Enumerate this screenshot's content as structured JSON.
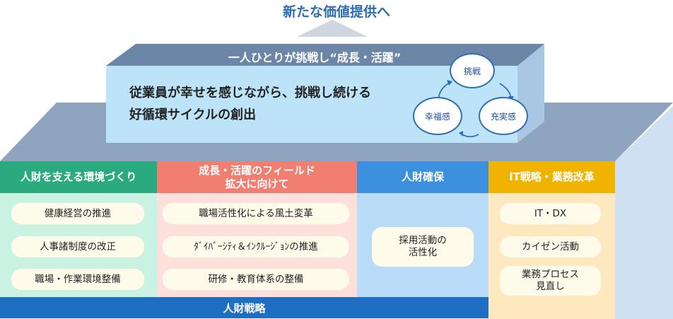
{
  "title": "新たな価値提供へ",
  "roof_title": "一人ひとりが挑戦し“成長・活躍”",
  "main_message": [
    "従業員が幸せを感じながら、挑戦し続ける",
    "好循環サイクルの創出"
  ],
  "cycle": [
    "挑戦",
    "充実感",
    "幸福感"
  ],
  "pillars": [
    {
      "header": [
        "人財を支える環境づくり"
      ],
      "items": [
        "健康経営の推進",
        "人事諸制度の改正",
        "職場・作業環境整備"
      ]
    },
    {
      "header": [
        "成長・活躍のフィールド",
        "拡大に向けて"
      ],
      "items": [
        "職場活性化による風土変革",
        "ﾀﾞｲﾊﾞｰｼﾃｨ＆ｲﾝｸﾙｰｼﾞｮﾝの推進",
        "研修・教育体系の整備"
      ]
    },
    {
      "header": [
        "人財確保"
      ],
      "items": [
        "採用活動の",
        "活性化"
      ]
    },
    {
      "header": [
        "IT戦略・業務改革"
      ],
      "items": [
        "IT・DX",
        "カイゼン活動",
        "業務プロセス",
        "見直し"
      ]
    }
  ],
  "foundation": "人財戦略",
  "colors": {
    "title_blue": "#2b6cb5",
    "roof_top": "#6c86a7",
    "roof_front": "#bde3f8",
    "side_gray": "#8fa4be",
    "pillar1_head": "#2aaa7e",
    "pillar1_body": "#c9f2e2",
    "pillar2_head": "#f07f72",
    "pillar2_body": "#fde0db",
    "pillar3_head": "#3d90dd",
    "pillar3_body": "#b8dcf7",
    "pillar4_head": "#f0b400",
    "pillar4_body": "#fde8bf",
    "foundation": "#1e6fc4",
    "pill_fill": "#fffbea",
    "circle_stroke": "#2e6fb7"
  }
}
